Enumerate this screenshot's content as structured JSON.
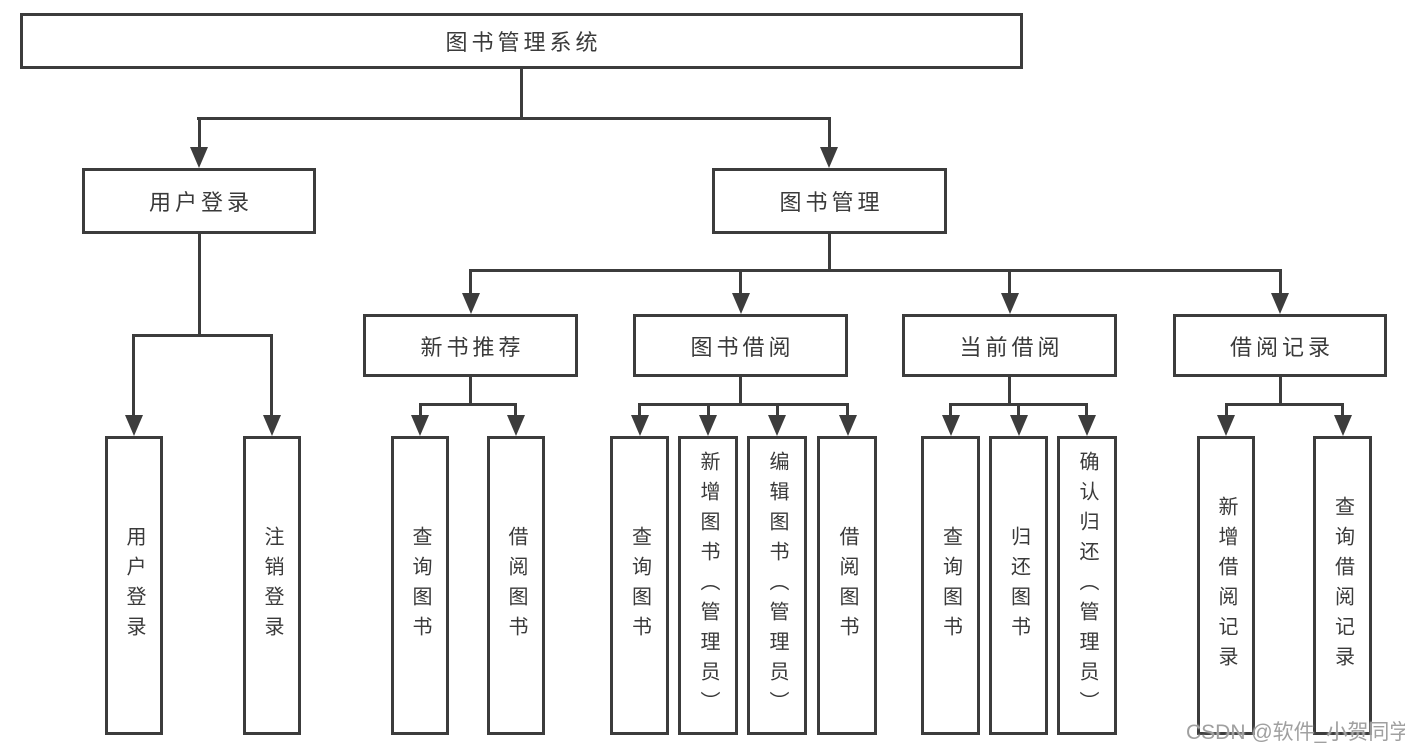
{
  "diagram": {
    "title": "图书管理系统",
    "root": {
      "label": "图书管理系统"
    },
    "level2": {
      "user_login": {
        "label": "用户登录"
      },
      "book_mgmt": {
        "label": "图书管理"
      }
    },
    "level3": {
      "new_book_rec": {
        "label": "新书推荐"
      },
      "book_borrow": {
        "label": "图书借阅"
      },
      "current_borrow": {
        "label": "当前借阅"
      },
      "borrow_records": {
        "label": "借阅记录"
      }
    },
    "leaves": {
      "user_login": "用户登录",
      "logout": "注销登录",
      "rec_query": "查询图书",
      "rec_borrow": "借阅图书",
      "bb_query": "查询图书",
      "bb_add": "新增图书（管理员）",
      "bb_edit": "编辑图书（管理员）",
      "bb_borrow": "借阅图书",
      "cb_query": "查询图书",
      "cb_return": "归还图书",
      "cb_confirm": "确认归还（管理员）",
      "br_add": "新增借阅记录",
      "br_query": "查询借阅记录"
    }
  },
  "watermark": {
    "text": "CSDN @软件_小贺同学"
  },
  "colors": {
    "stroke": "#3c3c3c",
    "text": "#3a3a3a",
    "watermark": "#a0a0a0",
    "background": "#ffffff"
  }
}
